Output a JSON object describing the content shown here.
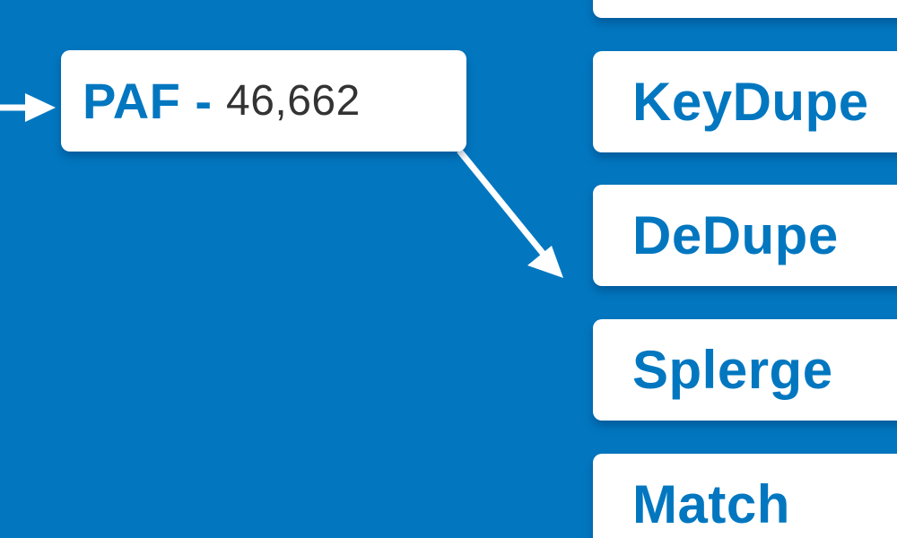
{
  "source": {
    "name": "PAF",
    "separator": "-",
    "count": "46,662"
  },
  "steps": [
    {
      "label": ""
    },
    {
      "label": "KeyDupe"
    },
    {
      "label": "DeDupe"
    },
    {
      "label": "Splerge"
    },
    {
      "label": "Match"
    }
  ],
  "colors": {
    "background": "#0277c0",
    "box": "#ffffff",
    "label": "#0277c0",
    "count": "#333333",
    "arrow": "#ffffff"
  }
}
